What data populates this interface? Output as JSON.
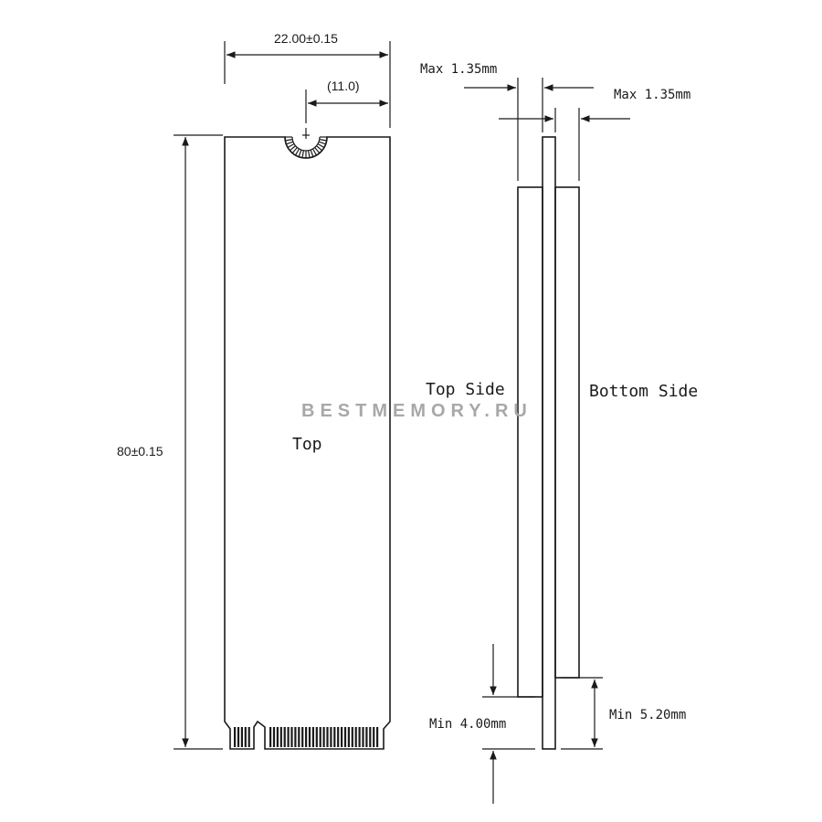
{
  "dimensions": {
    "width": "22.00±0.15",
    "notch_offset": "(11.0)",
    "length": "80±0.15",
    "max_top": "Max 1.35mm",
    "max_bottom": "Max 1.35mm",
    "min_top": "Min 4.00mm",
    "min_bottom": "Min 5.20mm"
  },
  "labels": {
    "top": "Top",
    "top_side": "Top Side",
    "bottom_side": "Bottom Side"
  },
  "watermark": "BESTMEMORY.RU"
}
